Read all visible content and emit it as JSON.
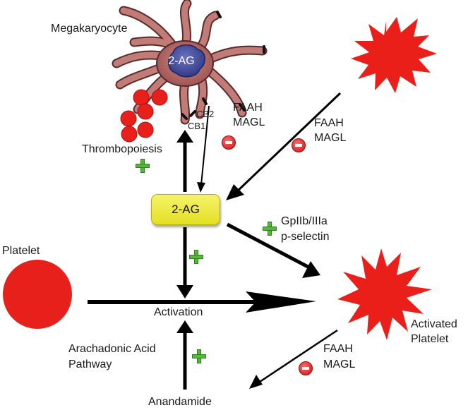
{
  "labels": {
    "megakaryocyte": "Megakaryocyte",
    "nucleus": "2-AG",
    "cb2": "CB2",
    "cb1": "CB1",
    "thrombopoiesis": "Thrombopoiesis",
    "faah_left_1": "FAAH",
    "faah_left_2": "MAGL",
    "faah_right_1": "FAAH",
    "faah_right_2": "MAGL",
    "center_box": "2-AG",
    "gp_1": "GpIIb/IIIa",
    "gp_2": "p-selectin",
    "platelet": "Platelet",
    "activation": "Activation",
    "activated_1": "Activated",
    "activated_2": "Platelet",
    "arachidonic_1": "Arachadonic Acid",
    "arachidonic_2": "Pathway",
    "faah_bottom_1": "FAAH",
    "faah_bottom_2": "MAGL",
    "anandamide": "Anandamide"
  },
  "colors": {
    "cell_body": "#a35a5a",
    "nucleus": "#3d4795",
    "red": "#e8201c",
    "box": "#eae52c",
    "plus": "#55b83a",
    "arrow": "#000000"
  }
}
